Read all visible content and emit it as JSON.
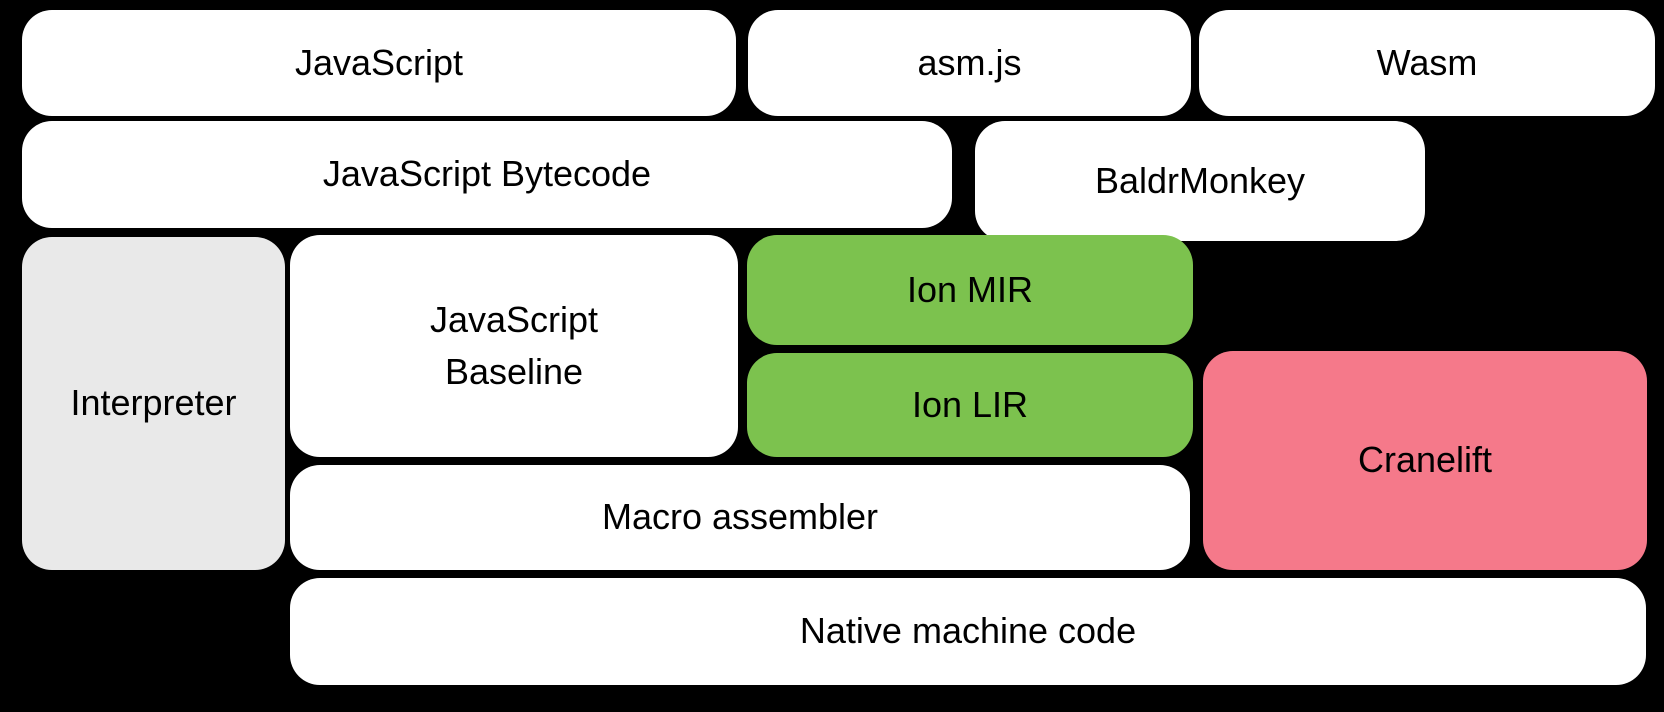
{
  "diagram": {
    "background_color": "#000000",
    "text_color": "#000000",
    "colors": {
      "white_box": "#ffffff",
      "gray_box": "#e9e9e9",
      "green_box": "#7cc24e",
      "pink_box": "#f5798a"
    },
    "boxes": {
      "javascript": {
        "label": "JavaScript",
        "color": "#ffffff"
      },
      "asmjs": {
        "label": "asm.js",
        "color": "#ffffff"
      },
      "wasm": {
        "label": "Wasm",
        "color": "#ffffff"
      },
      "bytecode": {
        "label": "JavaScript Bytecode",
        "color": "#ffffff"
      },
      "baldrmonkey": {
        "label": "BaldrMonkey",
        "color": "#ffffff"
      },
      "interpreter": {
        "label": "Interpreter",
        "color": "#e9e9e9"
      },
      "baseline": {
        "label": "JavaScript\nBaseline",
        "color": "#ffffff"
      },
      "ion_mir": {
        "label": "Ion MIR",
        "color": "#7cc24e"
      },
      "ion_lir": {
        "label": "Ion LIR",
        "color": "#7cc24e"
      },
      "cranelift": {
        "label": "Cranelift",
        "color": "#f5798a"
      },
      "macro_assembler": {
        "label": "Macro assembler",
        "color": "#ffffff"
      },
      "native_machine_code": {
        "label": "Native machine code",
        "color": "#ffffff"
      }
    }
  }
}
